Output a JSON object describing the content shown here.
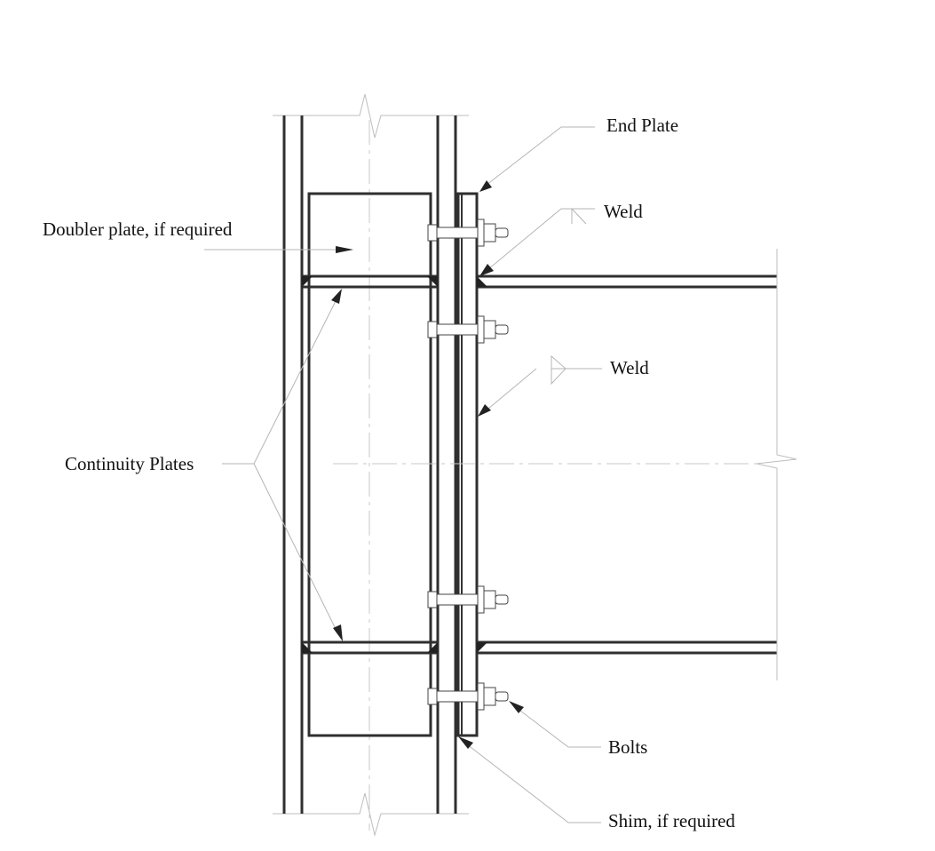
{
  "diagram": {
    "title": "Bolted end plate beam-to-column moment connection detail",
    "labels": {
      "end_plate": "End Plate",
      "weld_top": "Weld",
      "doubler_plate": "Doubler plate, if required",
      "weld_mid": "Weld",
      "continuity_plates": "Continuity Plates",
      "bolts": "Bolts",
      "shim": "Shim, if required"
    },
    "colors": {
      "line": "#2f2f2f",
      "leader": "#b5b5b5",
      "text": "#111111",
      "background": "#ffffff"
    },
    "components": [
      "column",
      "beam",
      "end plate",
      "doubler plate",
      "continuity plates",
      "bolts",
      "shim",
      "welds"
    ],
    "bolt_rows": 4
  }
}
